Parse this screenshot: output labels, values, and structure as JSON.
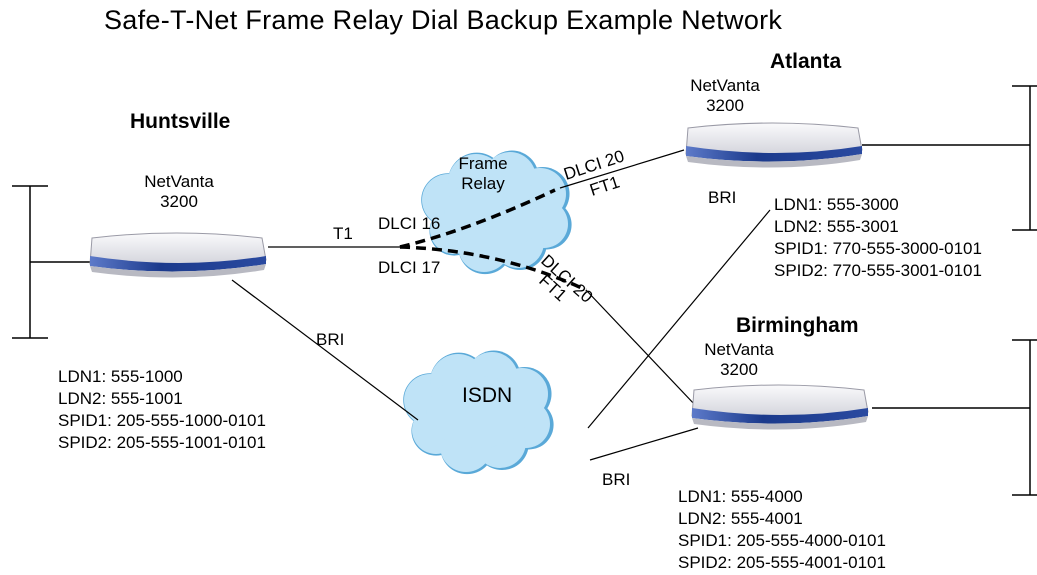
{
  "title": "Safe-T-Net Frame Relay Dial Backup Example Network",
  "sites": {
    "huntsville": {
      "name": "Huntsville",
      "device_model": "NetVanta",
      "device_number": "3200",
      "ldn1": "LDN1:  555-1000",
      "ldn2": "LDN2:  555-1001",
      "spid1": "SPID1:  205-555-1000-0101",
      "spid2": "SPID2:  205-555-1001-0101"
    },
    "atlanta": {
      "name": "Atlanta",
      "device_model": "NetVanta",
      "device_number": "3200",
      "ldn1": "LDN1:  555-3000",
      "ldn2": "LDN2:  555-3001",
      "spid1": "SPID1:  770-555-3000-0101",
      "spid2": "SPID2:  770-555-3001-0101"
    },
    "birmingham": {
      "name": "Birmingham",
      "device_model": "NetVanta",
      "device_number": "3200",
      "ldn1": "LDN1:  555-4000",
      "ldn2": "LDN2:  555-4001",
      "spid1": "SPID1:  205-555-4000-0101",
      "spid2": "SPID2:  205-555-4001-0101"
    }
  },
  "clouds": {
    "frame_relay_line1": "Frame",
    "frame_relay_line2": "Relay",
    "isdn": "ISDN"
  },
  "links": {
    "huntsville_t1": "T1",
    "dlci16": "DLCI 16",
    "dlci17": "DLCI 17",
    "atlanta_dlci": "DLCI 20",
    "atlanta_ft1": "FT1",
    "birmingham_dlci": "DLCI 20",
    "birmingham_ft1": "FT1",
    "huntsville_bri": "BRI",
    "atlanta_bri": "BRI",
    "birmingham_bri": "BRI"
  },
  "colors": {
    "cloud_fill": "#bfe3f7",
    "cloud_stroke": "#5aa9d8",
    "router_body": "#e4e4ea",
    "router_stripe": "#1b3a8c"
  }
}
